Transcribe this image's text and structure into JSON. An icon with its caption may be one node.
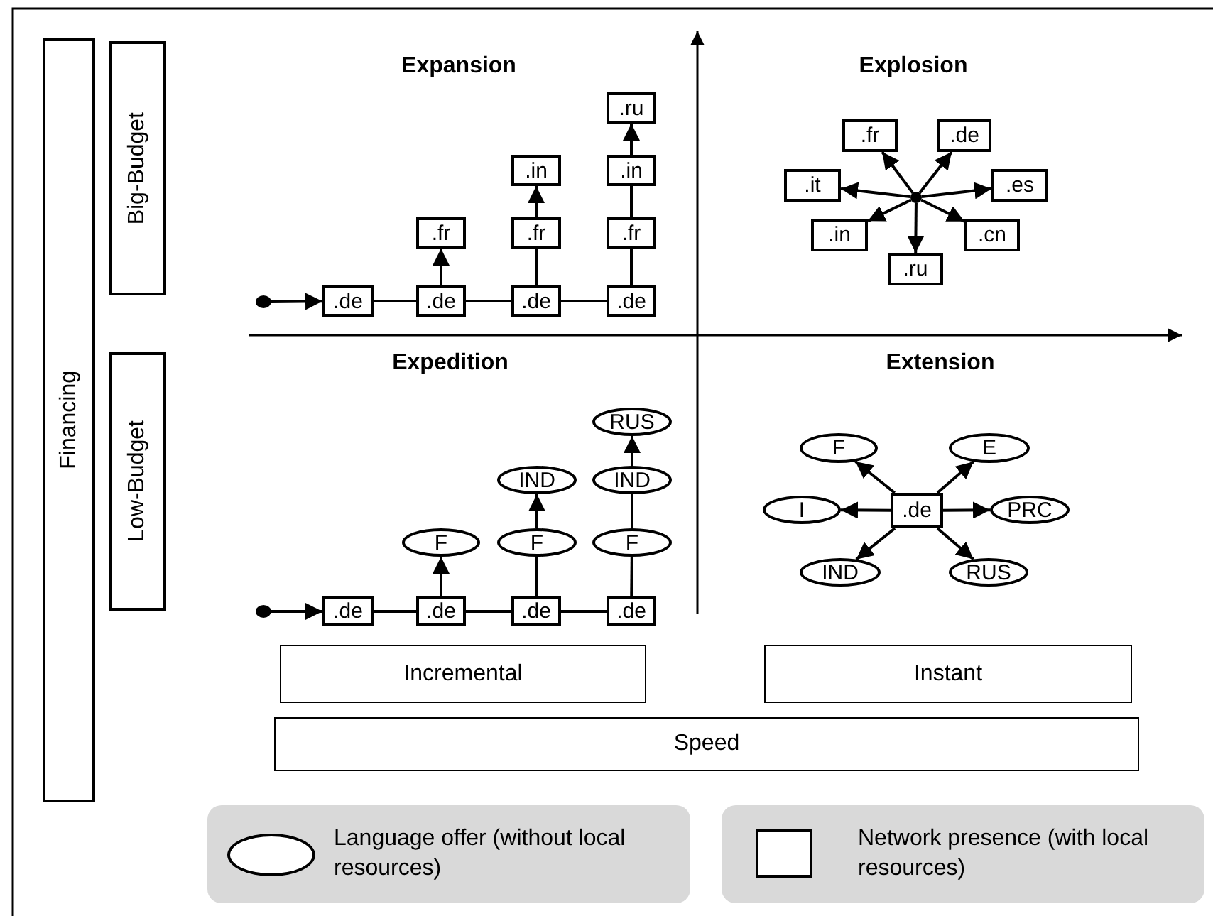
{
  "diagram": {
    "nodes": [
      {
        "text": [
          "Financing"
        ]
      },
      {
        "text": [
          "Big-Budget"
        ]
      },
      {
        "text": [
          "Low-Budget"
        ]
      },
      {
        "text": [],
        "shape": "circle"
      },
      {
        "text": [
          ".de"
        ]
      },
      {
        "text": [
          ".de"
        ]
      },
      {
        "text": [
          ".de"
        ]
      },
      {
        "text": [
          ".de"
        ]
      },
      {
        "text": [
          ".fr"
        ]
      },
      {
        "text": [
          ".fr"
        ]
      },
      {
        "text": [
          ".in"
        ]
      },
      {
        "text": [
          ".fr"
        ]
      },
      {
        "text": [
          ".in"
        ]
      },
      {
        "text": [
          ".ru"
        ]
      },
      {
        "text": [],
        "shape": "circle"
      },
      {
        "text": [
          ".fr"
        ]
      },
      {
        "text": [
          ".de"
        ]
      },
      {
        "text": [
          ".it"
        ]
      },
      {
        "text": [
          ".es"
        ]
      },
      {
        "text": [
          ".in"
        ]
      },
      {
        "text": [
          ".cn"
        ]
      },
      {
        "text": [
          ".ru"
        ]
      },
      {
        "text": [],
        "shape": "circle"
      },
      {
        "text": [
          ".de"
        ]
      },
      {
        "text": [
          ".de"
        ]
      },
      {
        "text": [
          ".de"
        ]
      },
      {
        "text": [
          ".de"
        ]
      },
      {
        "text": [
          "F"
        ]
      },
      {
        "text": [
          "F"
        ]
      },
      {
        "text": [
          "IND"
        ]
      },
      {
        "text": [
          "F"
        ]
      },
      {
        "text": [
          "IND"
        ]
      },
      {
        "text": [
          "RUS"
        ]
      },
      {
        "text": [
          ".de"
        ]
      },
      {
        "text": [
          "F"
        ]
      },
      {
        "text": [
          "E"
        ]
      },
      {
        "text": [
          "I"
        ]
      },
      {
        "text": [
          "PRC"
        ]
      },
      {
        "text": [
          "IND"
        ]
      },
      {
        "text": [
          "RUS"
        ]
      },
      {
        "text": [
          "Incremental"
        ]
      },
      {
        "text": [
          "Instant"
        ]
      },
      {
        "text": [
          "Speed"
        ]
      }
    ],
    "edges": [
      {
        "from": 3,
        "to": 4,
        "arrow": "to"
      },
      {
        "from": 4,
        "to": 5,
        "arrow": "none"
      },
      {
        "from": 5,
        "to": 6,
        "arrow": "none"
      },
      {
        "from": 6,
        "to": 7,
        "arrow": "none"
      },
      {
        "from": 5,
        "to": 8,
        "arrow": "to"
      },
      {
        "from": 6,
        "to": 9,
        "arrow": "none"
      },
      {
        "from": 9,
        "to": 10,
        "arrow": "to"
      },
      {
        "from": 7,
        "to": 11,
        "arrow": "none"
      },
      {
        "from": 11,
        "to": 12,
        "arrow": "none"
      },
      {
        "from": 12,
        "to": 13,
        "arrow": "to"
      },
      {
        "from": 14,
        "to": 15,
        "arrow": "to"
      },
      {
        "from": 14,
        "to": 16,
        "arrow": "to"
      },
      {
        "from": 14,
        "to": 17,
        "arrow": "to"
      },
      {
        "from": 14,
        "to": 18,
        "arrow": "to"
      },
      {
        "from": 14,
        "to": 19,
        "arrow": "to"
      },
      {
        "from": 14,
        "to": 20,
        "arrow": "to"
      },
      {
        "from": 14,
        "to": 21,
        "arrow": "to"
      },
      {
        "from": 22,
        "to": 23,
        "arrow": "to"
      },
      {
        "from": 23,
        "to": 24,
        "arrow": "none"
      },
      {
        "from": 24,
        "to": 25,
        "arrow": "none"
      },
      {
        "from": 25,
        "to": 26,
        "arrow": "none"
      },
      {
        "from": 24,
        "to": 27,
        "arrow": "to"
      },
      {
        "from": 25,
        "to": 28,
        "arrow": "none"
      },
      {
        "from": 28,
        "to": 29,
        "arrow": "to"
      },
      {
        "from": 26,
        "to": 30,
        "arrow": "none"
      },
      {
        "from": 30,
        "to": 31,
        "arrow": "none"
      },
      {
        "from": 31,
        "to": 32,
        "arrow": "to"
      },
      {
        "from": 33,
        "to": 34,
        "arrow": "to"
      },
      {
        "from": 33,
        "to": 35,
        "arrow": "to"
      },
      {
        "from": 33,
        "to": 36,
        "arrow": "to"
      },
      {
        "from": 33,
        "to": 37,
        "arrow": "to"
      },
      {
        "from": 33,
        "to": 38,
        "arrow": "to"
      },
      {
        "from": 33,
        "to": 39,
        "arrow": "to"
      }
    ],
    "labels": [
      "Expansion",
      "Explosion",
      "Expedition",
      "Extension"
    ],
    "legend": [
      {
        "text": "Language offer (without local resources)"
      },
      {
        "text": "Network presence (with local resources)"
      }
    ]
  }
}
